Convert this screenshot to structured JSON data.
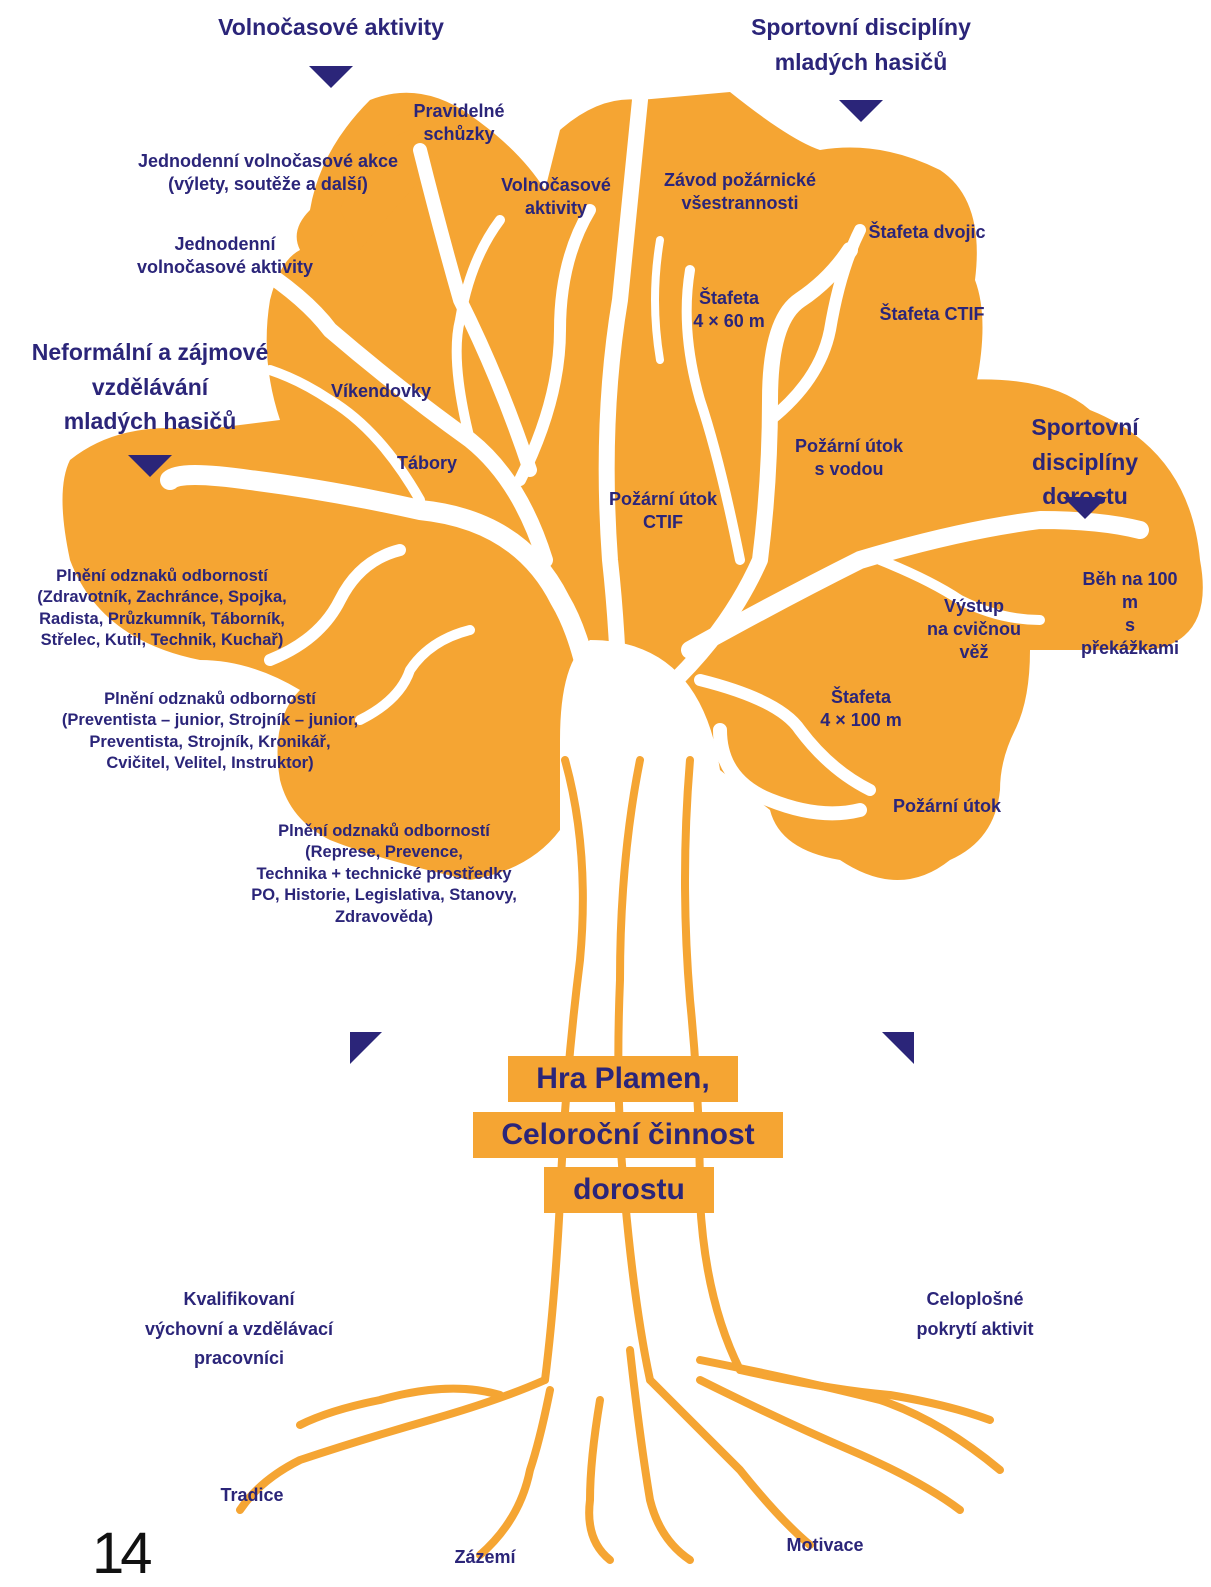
{
  "colors": {
    "canopy": "#f5a533",
    "text": "#2b2579",
    "branch": "#ffffff",
    "background": "#ffffff"
  },
  "headings": {
    "leisure": "Volnočasové aktivity",
    "youth_sports": "Sportovní disciplíny\nmladých hasičů",
    "education": "Neformální a zájmové\nvzdělávání\nmladých hasičů",
    "dorost_sports": "Sportovní disciplíny\ndorostu"
  },
  "leaves": {
    "meetings": "Pravidelné\nschůzky",
    "one_day_events": "Jednodenní volnočasové akce\n(výlety, soutěže a další)",
    "leisure_activities": "Volnočasové\naktivity",
    "one_day_activities": "Jednodenní\nvolnočasové aktivity",
    "weekends": "Víkendovky",
    "camps": "Tábory",
    "badges_1": "Plnění odznaků odborností\n(Zdravotník, Zachránce, Spojka,\nRadista, Průzkumník, Táborník,\nStřelec, Kutil, Technik, Kuchař)",
    "badges_2": "Plnění odznaků odborností\n(Preventista – junior, Strojník – junior,\nPreventista, Strojník, Kronikář,\nCvičitel, Velitel, Instruktor)",
    "badges_3": "Plnění odznaků odborností\n(Represe, Prevence,\nTechnika + technické prostředky\nPO, Historie, Legislativa, Stanovy,\nZdravověda)",
    "all_round": "Závod požárnické\nvšestrannosti",
    "relay_pairs": "Štafeta dvojic",
    "relay_4x60": "Štafeta\n4 × 60 m",
    "relay_ctif": "Štafeta CTIF",
    "attack_water": "Požární útok\ns vodou",
    "attack_ctif": "Požární útok\nCTIF",
    "run_100": "Běh na 100 m\ns překážkami",
    "tower": "Výstup\nna cvičnou\nvěž",
    "relay_4x100": "Štafeta\n4 × 100 m",
    "fire_attack": "Požární útok"
  },
  "trunk_title": {
    "line1": "Hra Plamen,",
    "line2": "Celoroční činnost",
    "line3": "dorostu"
  },
  "roots": {
    "qualified": "Kvalifikovaní\nvýchovní a vzdělávací\npracovníci",
    "coverage": "Celoplošné\npokrytí aktivit",
    "tradition": "Tradice",
    "background": "Zázemí",
    "motivation": "Motivace"
  },
  "page_number": "14"
}
